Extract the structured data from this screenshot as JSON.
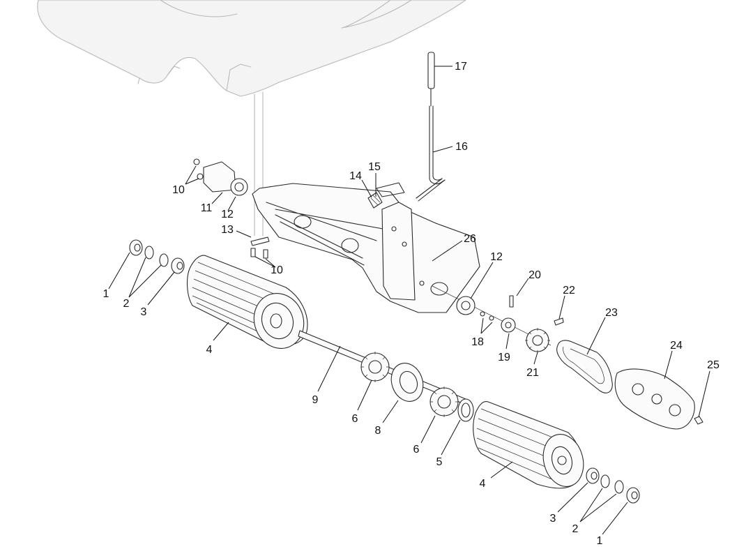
{
  "callouts": [
    {
      "id": "c1a",
      "text": "1"
    },
    {
      "id": "c2a",
      "text": "2"
    },
    {
      "id": "c3a",
      "text": "3"
    },
    {
      "id": "c4a",
      "text": "4"
    },
    {
      "id": "c9",
      "text": "9"
    },
    {
      "id": "c6a",
      "text": "6"
    },
    {
      "id": "c8",
      "text": "8"
    },
    {
      "id": "c6b",
      "text": "6"
    },
    {
      "id": "c5",
      "text": "5"
    },
    {
      "id": "c4b",
      "text": "4"
    },
    {
      "id": "c3b",
      "text": "3"
    },
    {
      "id": "c2b",
      "text": "2"
    },
    {
      "id": "c1b",
      "text": "1"
    },
    {
      "id": "c10a",
      "text": "10"
    },
    {
      "id": "c11",
      "text": "11"
    },
    {
      "id": "c12a",
      "text": "12"
    },
    {
      "id": "c13",
      "text": "13"
    },
    {
      "id": "c10b",
      "text": "10"
    },
    {
      "id": "c14",
      "text": "14"
    },
    {
      "id": "c15",
      "text": "15"
    },
    {
      "id": "c17",
      "text": "17"
    },
    {
      "id": "c16",
      "text": "16"
    },
    {
      "id": "c26",
      "text": "26"
    },
    {
      "id": "c12b",
      "text": "12"
    },
    {
      "id": "c20",
      "text": "20"
    },
    {
      "id": "c22",
      "text": "22"
    },
    {
      "id": "c23",
      "text": "23"
    },
    {
      "id": "c18",
      "text": "18"
    },
    {
      "id": "c19",
      "text": "19"
    },
    {
      "id": "c21",
      "text": "21"
    },
    {
      "id": "c24",
      "text": "24"
    },
    {
      "id": "c25",
      "text": "25"
    }
  ]
}
